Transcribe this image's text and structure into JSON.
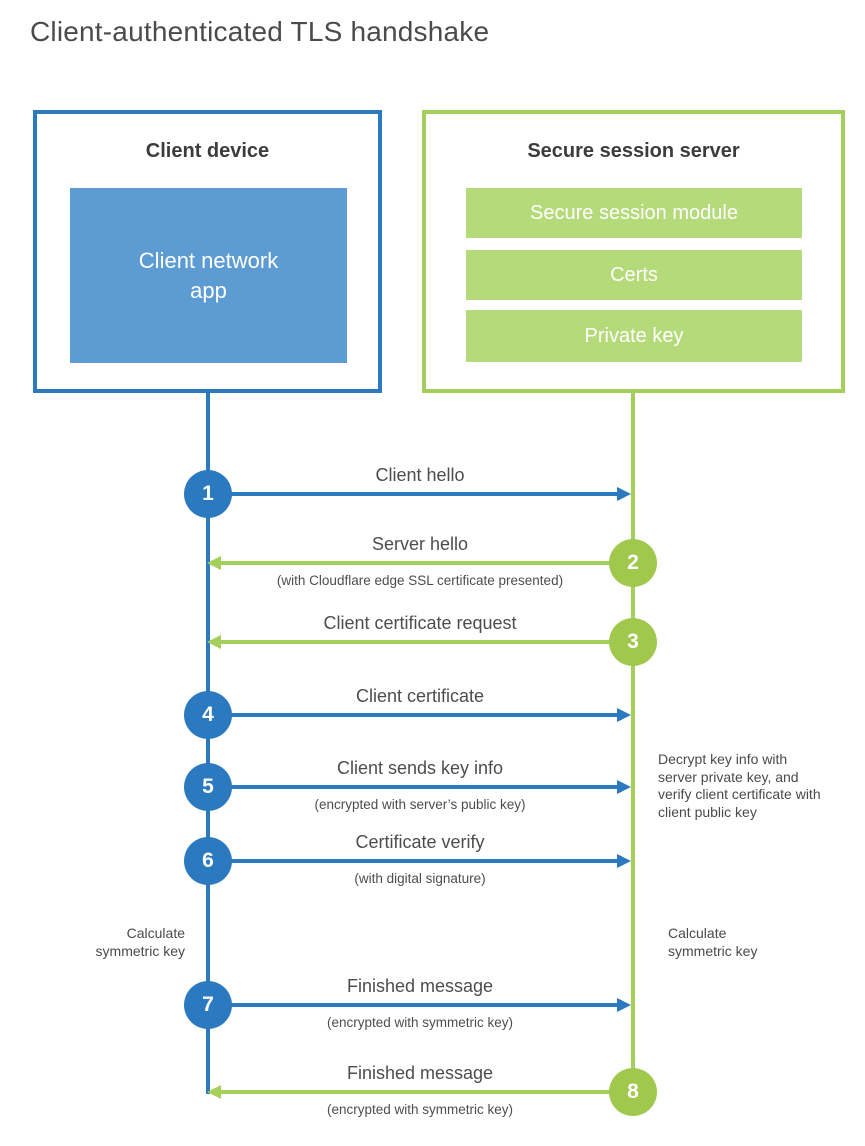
{
  "title": "Client-authenticated TLS handshake",
  "client": {
    "title": "Client device",
    "app_label": "Client network app"
  },
  "server": {
    "title": "Secure session server",
    "modules": [
      "Secure session module",
      "Certs",
      "Private key"
    ]
  },
  "steps": [
    {
      "number": "1",
      "direction": "right",
      "from": "client",
      "label": "Client hello",
      "sublabel": ""
    },
    {
      "number": "2",
      "direction": "left",
      "from": "server",
      "label": "Server hello",
      "sublabel": "(with Cloudflare edge SSL certificate presented)"
    },
    {
      "number": "3",
      "direction": "left",
      "from": "server",
      "label": "Client certificate request",
      "sublabel": ""
    },
    {
      "number": "4",
      "direction": "right",
      "from": "client",
      "label": "Client certificate",
      "sublabel": ""
    },
    {
      "number": "5",
      "direction": "right",
      "from": "client",
      "label": "Client sends key info",
      "sublabel": "(encrypted with server’s public key)"
    },
    {
      "number": "6",
      "direction": "right",
      "from": "client",
      "label": "Certificate verify",
      "sublabel": "(with digital signature)"
    },
    {
      "number": "7",
      "direction": "right",
      "from": "client",
      "label": "Finished message",
      "sublabel": "(encrypted with symmetric key)"
    },
    {
      "number": "8",
      "direction": "left",
      "from": "server",
      "label": "Finished message",
      "sublabel": "(encrypted with symmetric key)"
    }
  ],
  "annotations": {
    "decrypt_note": "Decrypt key info with server private key, and verify client certificate with client public key",
    "calc_left": "Calculate symmetric key",
    "calc_right": "Calculate symmetric key"
  },
  "colors": {
    "client_accent": "#2b7abf",
    "client_fill": "#5d9bd3",
    "server_accent": "#a4cf5a",
    "server_fill": "#b5da7a",
    "server_circle": "#9fc84c",
    "text_dark": "#3c3c3c",
    "text_label": "#4d4d4d"
  }
}
